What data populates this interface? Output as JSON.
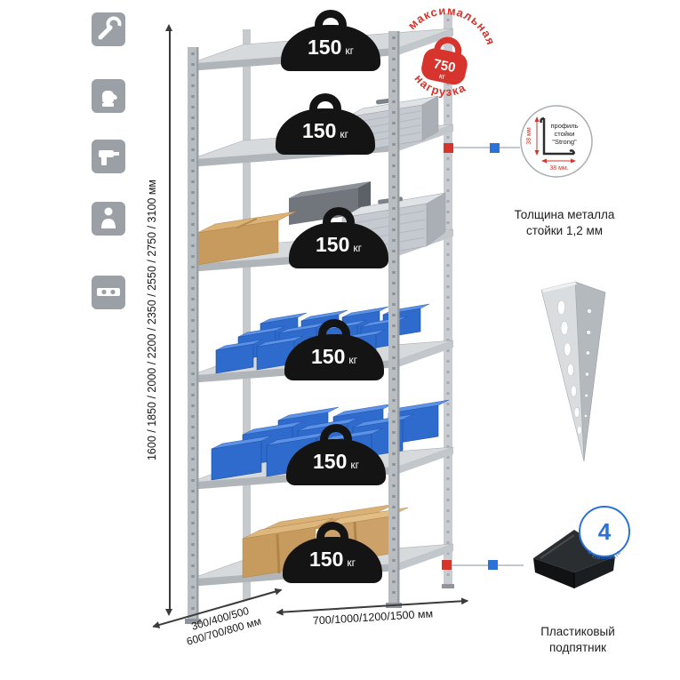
{
  "stamp": {
    "arc_top": "максимальная",
    "arc_bottom": "нагрузка",
    "value": "750",
    "unit": "кг"
  },
  "shelf_weights": [
    {
      "value": "150",
      "unit": "кг"
    },
    {
      "value": "150",
      "unit": "кг"
    },
    {
      "value": "150",
      "unit": "кг"
    },
    {
      "value": "150",
      "unit": "кг"
    },
    {
      "value": "150",
      "unit": "кг"
    },
    {
      "value": "150",
      "unit": "кг"
    }
  ],
  "dimensions": {
    "height": "1600 / 1850 / 2000 / 2200 / 2350 / 2550 / 2750 / 3100 мм",
    "depth_line1": "300/400/500",
    "depth_line2": "600/700/800 мм",
    "width": "700/1000/1200/1500 мм"
  },
  "profile": {
    "label_line1": "профиль",
    "label_line2": "стойки",
    "label_line3": "\"Strong\"",
    "dim_vertical": "38 мм",
    "dim_horizontal": "38 мм.",
    "caption_line1": "Толщина металла",
    "caption_line2": "стойки 1,2 мм"
  },
  "foot": {
    "caption_line1": "Пластиковый",
    "caption_line2": "подпятник",
    "badge_value": "4",
    "badge_text": "в комплекте"
  },
  "icons": [
    {
      "name": "wrench"
    },
    {
      "name": "gloves"
    },
    {
      "name": "drill"
    },
    {
      "name": "person"
    },
    {
      "name": "level"
    }
  ],
  "colors": {
    "accent_red": "#d6342c",
    "accent_blue": "#2a72d9",
    "bin_blue": "#2e6bcd",
    "metal_gray": "#c9ced2"
  }
}
